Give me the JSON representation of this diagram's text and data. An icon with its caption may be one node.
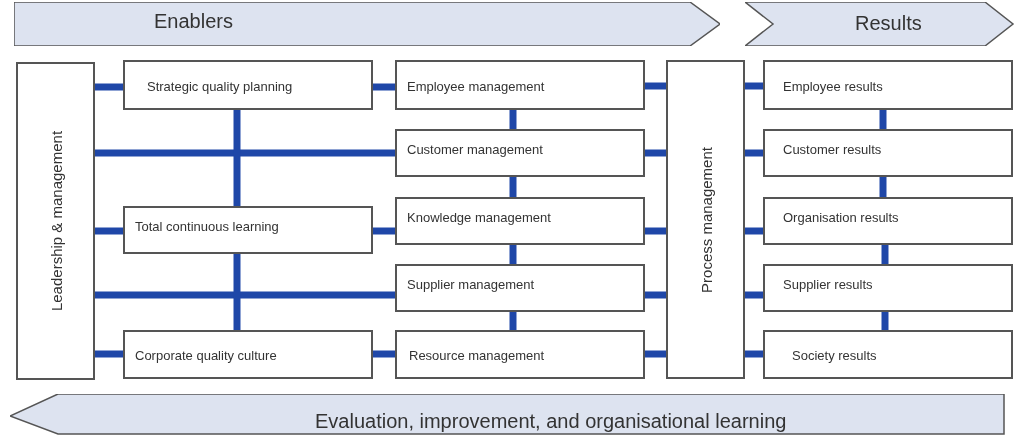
{
  "diagram": {
    "nodes": [
      {
        "text": [
          "Enablers"
        ]
      },
      {
        "text": [
          "Results"
        ]
      },
      {
        "text": [
          "Leadership & management"
        ]
      },
      {
        "text": [
          "Strategic quality planning"
        ]
      },
      {
        "text": [
          "Employee management"
        ]
      },
      {
        "text": [
          "Process management"
        ]
      },
      {
        "text": [
          "Employee results"
        ]
      },
      {
        "text": [
          "Customer management"
        ]
      },
      {
        "text": [
          "Customer results"
        ]
      },
      {
        "text": [
          "Total continuous learning"
        ]
      },
      {
        "text": [
          "Knowledge management"
        ]
      },
      {
        "text": [
          "Organisation results"
        ]
      },
      {
        "text": [
          "Supplier management"
        ]
      },
      {
        "text": [
          "Supplier results"
        ]
      },
      {
        "text": [
          "Corporate quality culture"
        ]
      },
      {
        "text": [
          "Resource management"
        ]
      },
      {
        "text": [
          "Society results"
        ]
      },
      {
        "text": [
          "Evaluation, improvement, and organisational learning"
        ]
      }
    ],
    "edges": [
      {
        "from": 2,
        "to": 3,
        "arrow": "none"
      },
      {
        "from": 2,
        "to": 7,
        "arrow": "none"
      },
      {
        "from": 2,
        "to": 9,
        "arrow": "none"
      },
      {
        "from": 2,
        "to": 12,
        "arrow": "none"
      },
      {
        "from": 2,
        "to": 14,
        "arrow": "none"
      },
      {
        "from": 3,
        "to": 9,
        "arrow": "none"
      },
      {
        "from": 9,
        "to": 14,
        "arrow": "none"
      },
      {
        "from": 3,
        "to": 4,
        "arrow": "none"
      },
      {
        "from": 9,
        "to": 10,
        "arrow": "none"
      },
      {
        "from": 14,
        "to": 15,
        "arrow": "none"
      },
      {
        "from": 4,
        "to": 7,
        "arrow": "none"
      },
      {
        "from": 7,
        "to": 10,
        "arrow": "none"
      },
      {
        "from": 10,
        "to": 12,
        "arrow": "none"
      },
      {
        "from": 12,
        "to": 15,
        "arrow": "none"
      },
      {
        "from": 4,
        "to": 5,
        "arrow": "none"
      },
      {
        "from": 7,
        "to": 5,
        "arrow": "none"
      },
      {
        "from": 10,
        "to": 5,
        "arrow": "none"
      },
      {
        "from": 12,
        "to": 5,
        "arrow": "none"
      },
      {
        "from": 15,
        "to": 5,
        "arrow": "none"
      },
      {
        "from": 5,
        "to": 6,
        "arrow": "none"
      },
      {
        "from": 5,
        "to": 8,
        "arrow": "none"
      },
      {
        "from": 5,
        "to": 11,
        "arrow": "none"
      },
      {
        "from": 5,
        "to": 13,
        "arrow": "none"
      },
      {
        "from": 5,
        "to": 16,
        "arrow": "none"
      },
      {
        "from": 6,
        "to": 8,
        "arrow": "none"
      },
      {
        "from": 8,
        "to": 11,
        "arrow": "none"
      },
      {
        "from": 11,
        "to": 13,
        "arrow": "none"
      },
      {
        "from": 13,
        "to": 16,
        "arrow": "none"
      }
    ]
  }
}
